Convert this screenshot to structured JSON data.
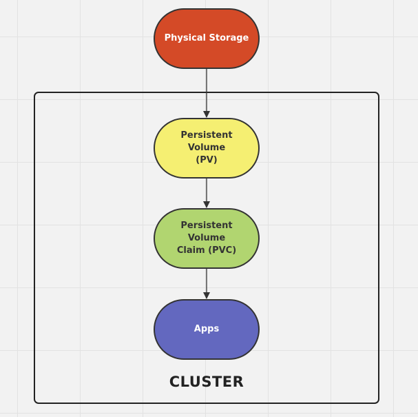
{
  "colors": {
    "storage": "#d44a27",
    "pv": "#f5ef72",
    "pvc": "#b1d570",
    "apps": "#6368bf"
  },
  "cluster": {
    "label": "CLUSTER"
  },
  "nodes": {
    "physical_storage": {
      "label": "Physical Storage"
    },
    "pv": {
      "label_line1": "Persistent Volume",
      "label_line2": "(PV)"
    },
    "pvc": {
      "label_line1": "Persistent Volume",
      "label_line2": "Claim (PVC)"
    },
    "apps": {
      "label": "Apps"
    }
  }
}
